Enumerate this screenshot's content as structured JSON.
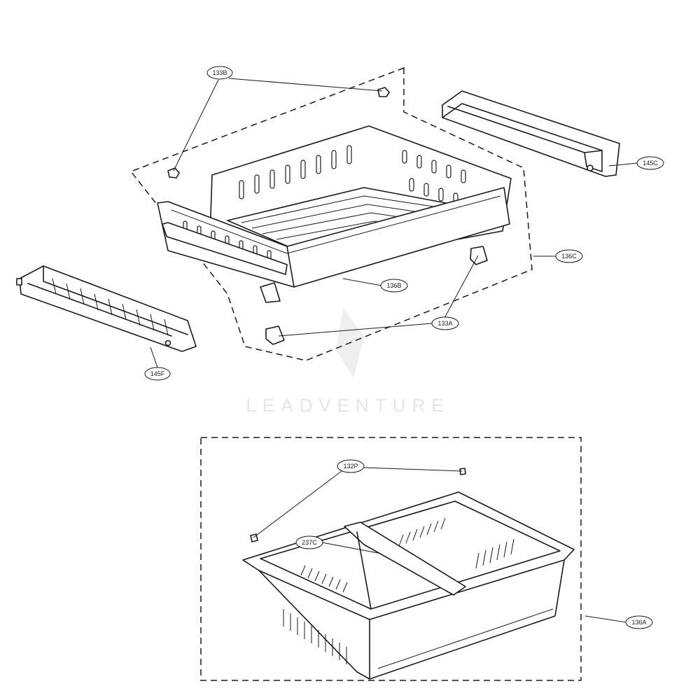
{
  "watermark": {
    "text": "LEADVENTURE"
  },
  "callouts": {
    "c133B": "133B",
    "c145C": "145C",
    "c136C": "136C",
    "c136B": "136B",
    "c133A": "133A",
    "c145F": "145F",
    "c132P": "132P",
    "c237C": "237C",
    "c136A": "136A"
  }
}
